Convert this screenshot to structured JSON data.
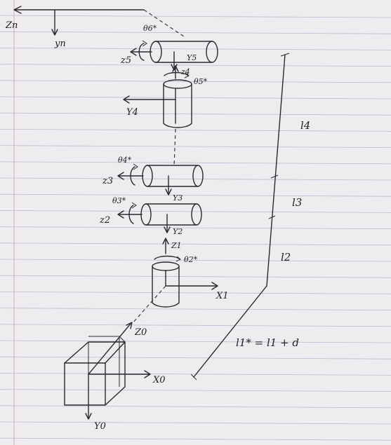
{
  "colors": {
    "paper": "#eeecef",
    "ink": "#2a2a2e",
    "rule": "#b9bdd2",
    "margin": "#d7a4b3"
  },
  "labels": {
    "zn": "Zn",
    "yn": "yn",
    "theta6": "θ6*",
    "z5": "z5",
    "y5": "Y5",
    "z4": "z4",
    "theta5": "θ5*",
    "y4": "Y4",
    "theta4": "θ4*",
    "z3": "z3",
    "y3": "Y3",
    "theta3": "θ3*",
    "z2": "z2",
    "y2": "Y2",
    "z1": "Z1",
    "theta2": "θ2*",
    "x1": "X1",
    "z0": "Z0",
    "x0": "X0",
    "y0": "Y0",
    "l4": "l4",
    "l3": "l3",
    "l2": "l2",
    "l1_eq": "l1* = l1 + d"
  }
}
